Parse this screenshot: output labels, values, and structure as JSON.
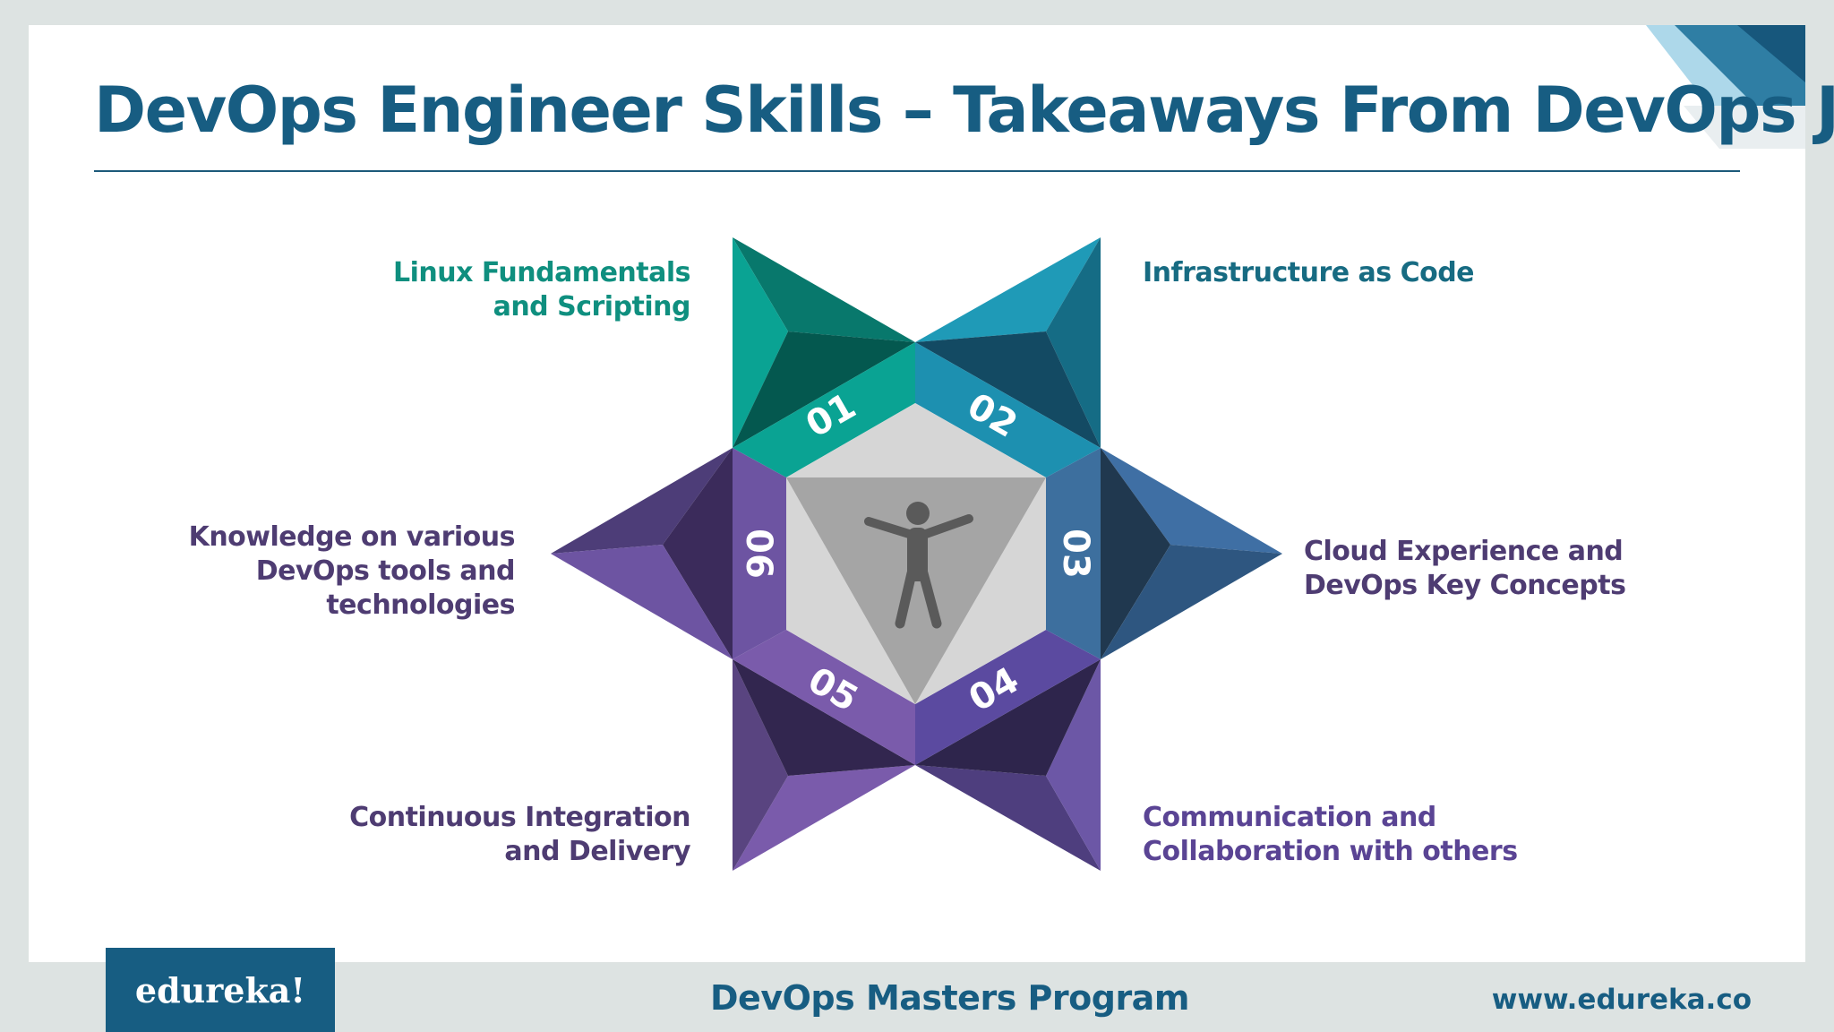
{
  "slide": {
    "title": "DevOps Engineer Skills – Takeaways From DevOps JD"
  },
  "skills": [
    {
      "number": "01",
      "lines": [
        "Linux Fundamentals",
        "and Scripting"
      ],
      "color": "#0f8f7f"
    },
    {
      "number": "02",
      "lines": [
        "Infrastructure as Code"
      ],
      "color": "#176b82"
    },
    {
      "number": "03",
      "lines": [
        "Cloud Experience and",
        "DevOps Key Concepts"
      ],
      "color": "#4e3c72"
    },
    {
      "number": "04",
      "lines": [
        "Communication and",
        "Collaboration with others"
      ],
      "color": "#5a4494"
    },
    {
      "number": "05",
      "lines": [
        "Continuous Integration",
        "and Delivery"
      ],
      "color": "#4e3c72"
    },
    {
      "number": "06",
      "lines": [
        "Knowledge on various",
        "DevOps tools and",
        "technologies"
      ],
      "color": "#4e3c72"
    }
  ],
  "center": {
    "icon": "person-icon"
  },
  "footer": {
    "brand": "edureka!",
    "program": "DevOps Masters Program",
    "website": "www.edureka.co"
  },
  "colors": {
    "title": "#175d82",
    "teal": "#0aa393",
    "blue": "#1d90b0",
    "steel": "#3d6f9e",
    "purple": "#6d54a2",
    "violet": "#7a5bab"
  }
}
